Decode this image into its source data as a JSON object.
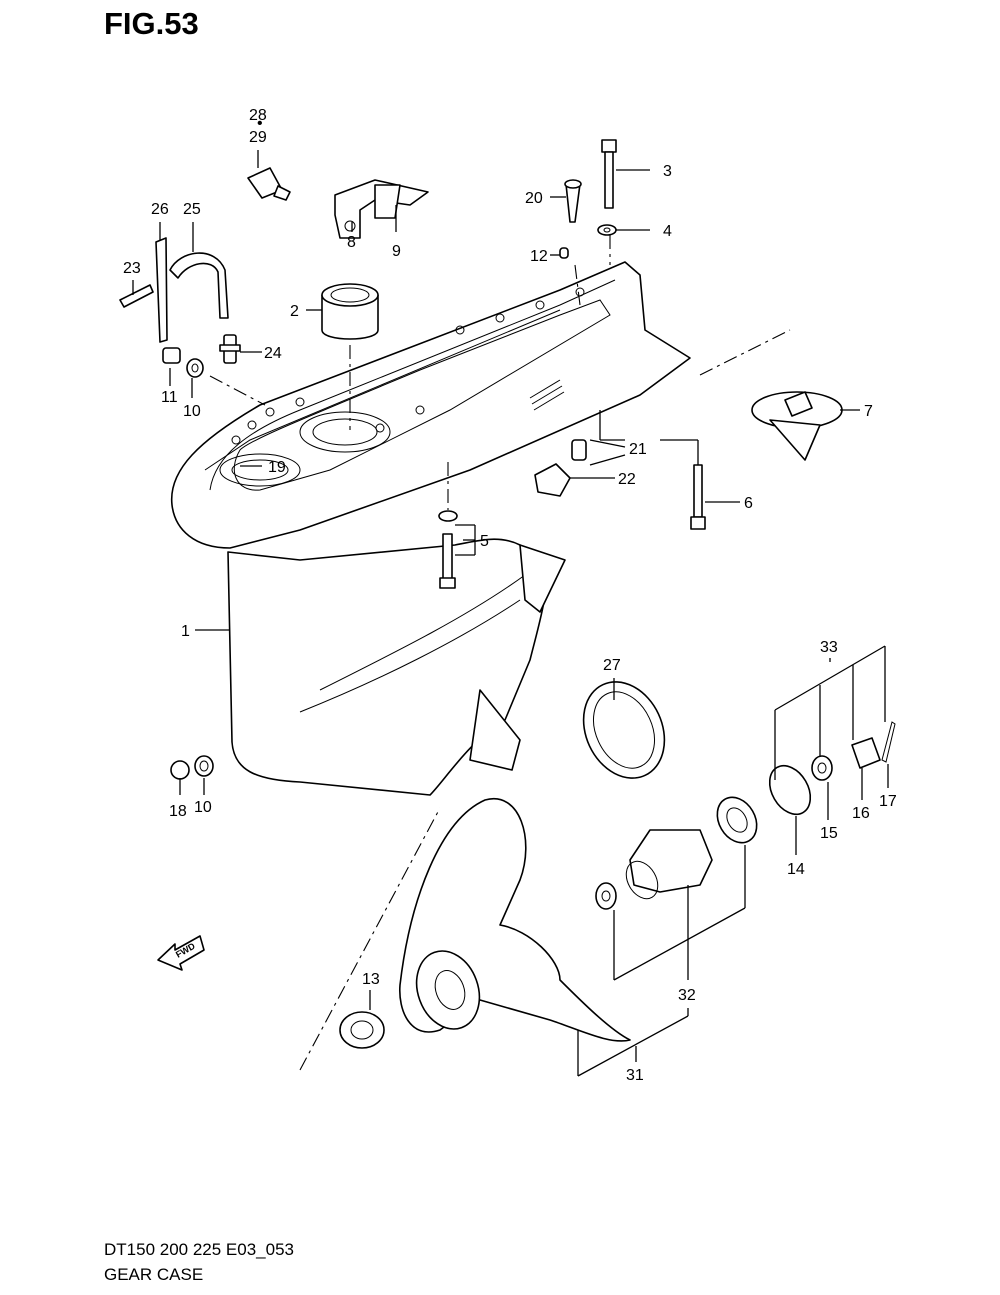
{
  "figure": {
    "title": "FIG.53",
    "model_code": "DT150 200 225 E03_053",
    "name": "GEAR CASE"
  },
  "fwd_arrow_text": "FWD",
  "callouts": [
    {
      "key": "c1",
      "label": "1"
    },
    {
      "key": "c2",
      "label": "2"
    },
    {
      "key": "c3",
      "label": "3"
    },
    {
      "key": "c4",
      "label": "4"
    },
    {
      "key": "c5",
      "label": "5"
    },
    {
      "key": "c6",
      "label": "6"
    },
    {
      "key": "c7",
      "label": "7"
    },
    {
      "key": "c8",
      "label": "8"
    },
    {
      "key": "c9",
      "label": "9"
    },
    {
      "key": "c10a",
      "label": "10"
    },
    {
      "key": "c10b",
      "label": "10"
    },
    {
      "key": "c11",
      "label": "11"
    },
    {
      "key": "c12",
      "label": "12"
    },
    {
      "key": "c13",
      "label": "13"
    },
    {
      "key": "c14",
      "label": "14"
    },
    {
      "key": "c15",
      "label": "15"
    },
    {
      "key": "c16",
      "label": "16"
    },
    {
      "key": "c17",
      "label": "17"
    },
    {
      "key": "c18",
      "label": "18"
    },
    {
      "key": "c19",
      "label": "19"
    },
    {
      "key": "c20",
      "label": "20"
    },
    {
      "key": "c21",
      "label": "21"
    },
    {
      "key": "c22",
      "label": "22"
    },
    {
      "key": "c23",
      "label": "23"
    },
    {
      "key": "c24",
      "label": "24"
    },
    {
      "key": "c25",
      "label": "25"
    },
    {
      "key": "c26",
      "label": "26"
    },
    {
      "key": "c27",
      "label": "27"
    },
    {
      "key": "c28",
      "label": "28"
    },
    {
      "key": "c29",
      "label": "29"
    },
    {
      "key": "c31",
      "label": "31"
    },
    {
      "key": "c32",
      "label": "32"
    },
    {
      "key": "c33",
      "label": "33"
    }
  ]
}
